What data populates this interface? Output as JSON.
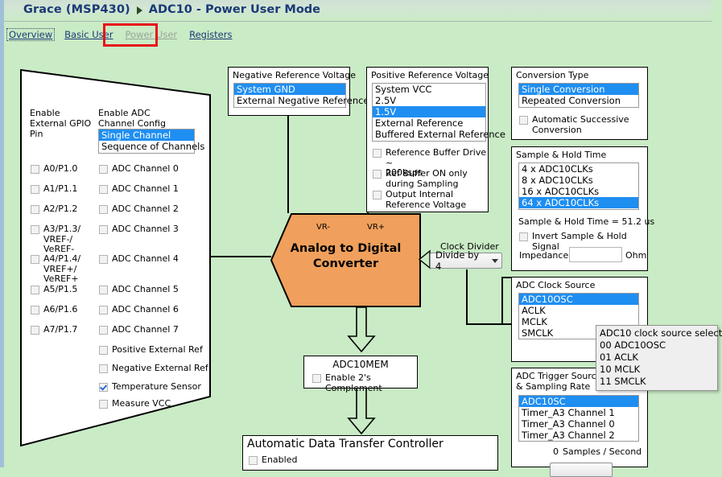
{
  "header": {
    "breadcrumb_root": "Grace (MSP430)",
    "breadcrumb_sep": "triangle-right-icon",
    "title": "ADC10 - Power User Mode"
  },
  "tabs": [
    {
      "label": "Overview",
      "state": "focused"
    },
    {
      "label": "Basic User",
      "state": "normal"
    },
    {
      "label": "Power User",
      "state": "current"
    },
    {
      "label": "Registers",
      "state": "normal"
    }
  ],
  "channel_panel": {
    "gpio_header": "Enable\nExternal GPIO\nPin",
    "adc_header": "Enable ADC\nChannel Config",
    "config_list": {
      "options": [
        "Single Channel",
        "Sequence of Channels"
      ],
      "selected": "Single Channel"
    },
    "gpio_pins": [
      {
        "label": "A0/P1.0",
        "checked": false
      },
      {
        "label": "A1/P1.1",
        "checked": false
      },
      {
        "label": "A2/P1.2",
        "checked": false
      },
      {
        "label": "A3/P1.3/\nVREF-/\nVeREF-",
        "checked": false
      },
      {
        "label": "A4/P1.4/\nVREF+/\nVeREF+",
        "checked": false
      },
      {
        "label": "A5/P1.5",
        "checked": false
      },
      {
        "label": "A6/P1.6",
        "checked": false
      },
      {
        "label": "A7/P1.7",
        "checked": false
      }
    ],
    "adc_channels": [
      {
        "label": "ADC Channel 0",
        "checked": false
      },
      {
        "label": "ADC Channel 1",
        "checked": false
      },
      {
        "label": "ADC Channel 2",
        "checked": false
      },
      {
        "label": "ADC Channel 3",
        "checked": false
      },
      {
        "label": "ADC Channel 4",
        "checked": false
      },
      {
        "label": "ADC Channel 5",
        "checked": false
      },
      {
        "label": "ADC Channel 6",
        "checked": false
      },
      {
        "label": "ADC Channel 7",
        "checked": false
      },
      {
        "label": "Positive External Ref",
        "checked": false
      },
      {
        "label": "Negative External Ref",
        "checked": false
      },
      {
        "label": "Temperature Sensor",
        "checked": true
      },
      {
        "label": "Measure VCC",
        "checked": false
      }
    ]
  },
  "negative_ref": {
    "title": "Negative Reference Voltage",
    "options": [
      "System GND",
      "External Negative Reference"
    ],
    "selected": "System GND"
  },
  "positive_ref": {
    "title": "Positive Reference Voltage",
    "options": [
      "System VCC",
      "2.5V",
      "1.5V",
      "External Reference",
      "Buffered External Reference"
    ],
    "selected": "1.5V",
    "checkboxes": [
      {
        "label": "Reference Buffer Drive ~\n200ksps",
        "checked": false
      },
      {
        "label": "Ref Buffer ON only\nduring Sampling",
        "checked": false
      },
      {
        "label": "Output Internal\nReference Voltage",
        "checked": false
      }
    ]
  },
  "conversion_type": {
    "title": "Conversion Type",
    "options": [
      "Single Conversion",
      "Repeated Conversion"
    ],
    "selected": "Single Conversion",
    "checkbox": {
      "label": "Automatic Successive\nConversion",
      "checked": false
    }
  },
  "sample_hold": {
    "title": "Sample & Hold Time",
    "options": [
      "4 x ADC10CLKs",
      "8 x ADC10CLKs",
      "16 x ADC10CLKs",
      "64 x ADC10CLKs"
    ],
    "selected": "64 x ADC10CLKs",
    "computed": "Sample & Hold Time = 51.2 us",
    "invert_checkbox": {
      "label": "Invert Sample & Hold Signal",
      "checked": false
    },
    "impedance_label": "Impedance",
    "impedance_value": "",
    "impedance_unit": "Ohm"
  },
  "clock_source": {
    "title": "ADC Clock Source",
    "options": [
      "ADC10OSC",
      "ACLK",
      "MCLK",
      "SMCLK"
    ],
    "selected": "ADC10OSC"
  },
  "trigger_source": {
    "title": "ADC Trigger Source\n& Sampling Rate",
    "options": [
      "ADC10SC",
      "Timer_A3 Channel 1",
      "Timer_A3 Channel 0",
      "Timer_A3 Channel 2"
    ],
    "selected": "ADC10SC",
    "rate_value": "0",
    "rate_label": "Samples / Second"
  },
  "clock_divider": {
    "label": "Clock Divider",
    "value": "Divide by 4"
  },
  "adc_block": {
    "title": "Analog to Digital\nConverter",
    "vr_minus": "VR-",
    "vr_plus": "VR+"
  },
  "adc10mem": {
    "title": "ADC10MEM",
    "checkbox": {
      "label": "Enable 2's Complement",
      "checked": false
    }
  },
  "dtc": {
    "title": "Automatic Data Transfer Controller",
    "checkbox": {
      "label": "Enabled",
      "checked": false
    }
  },
  "tooltip": {
    "title": "ADC10 clock source select",
    "lines": [
      "00 ADC10OSC",
      "01 ACLK",
      "10 MCLK",
      "11 SMCLK"
    ]
  },
  "colors": {
    "background": "#c9ebc5",
    "accent_orange": "#f0a05c",
    "selection_blue": "#1f8ef1",
    "title_blue": "#1b3a77",
    "highlight_red": "#e8111a"
  }
}
